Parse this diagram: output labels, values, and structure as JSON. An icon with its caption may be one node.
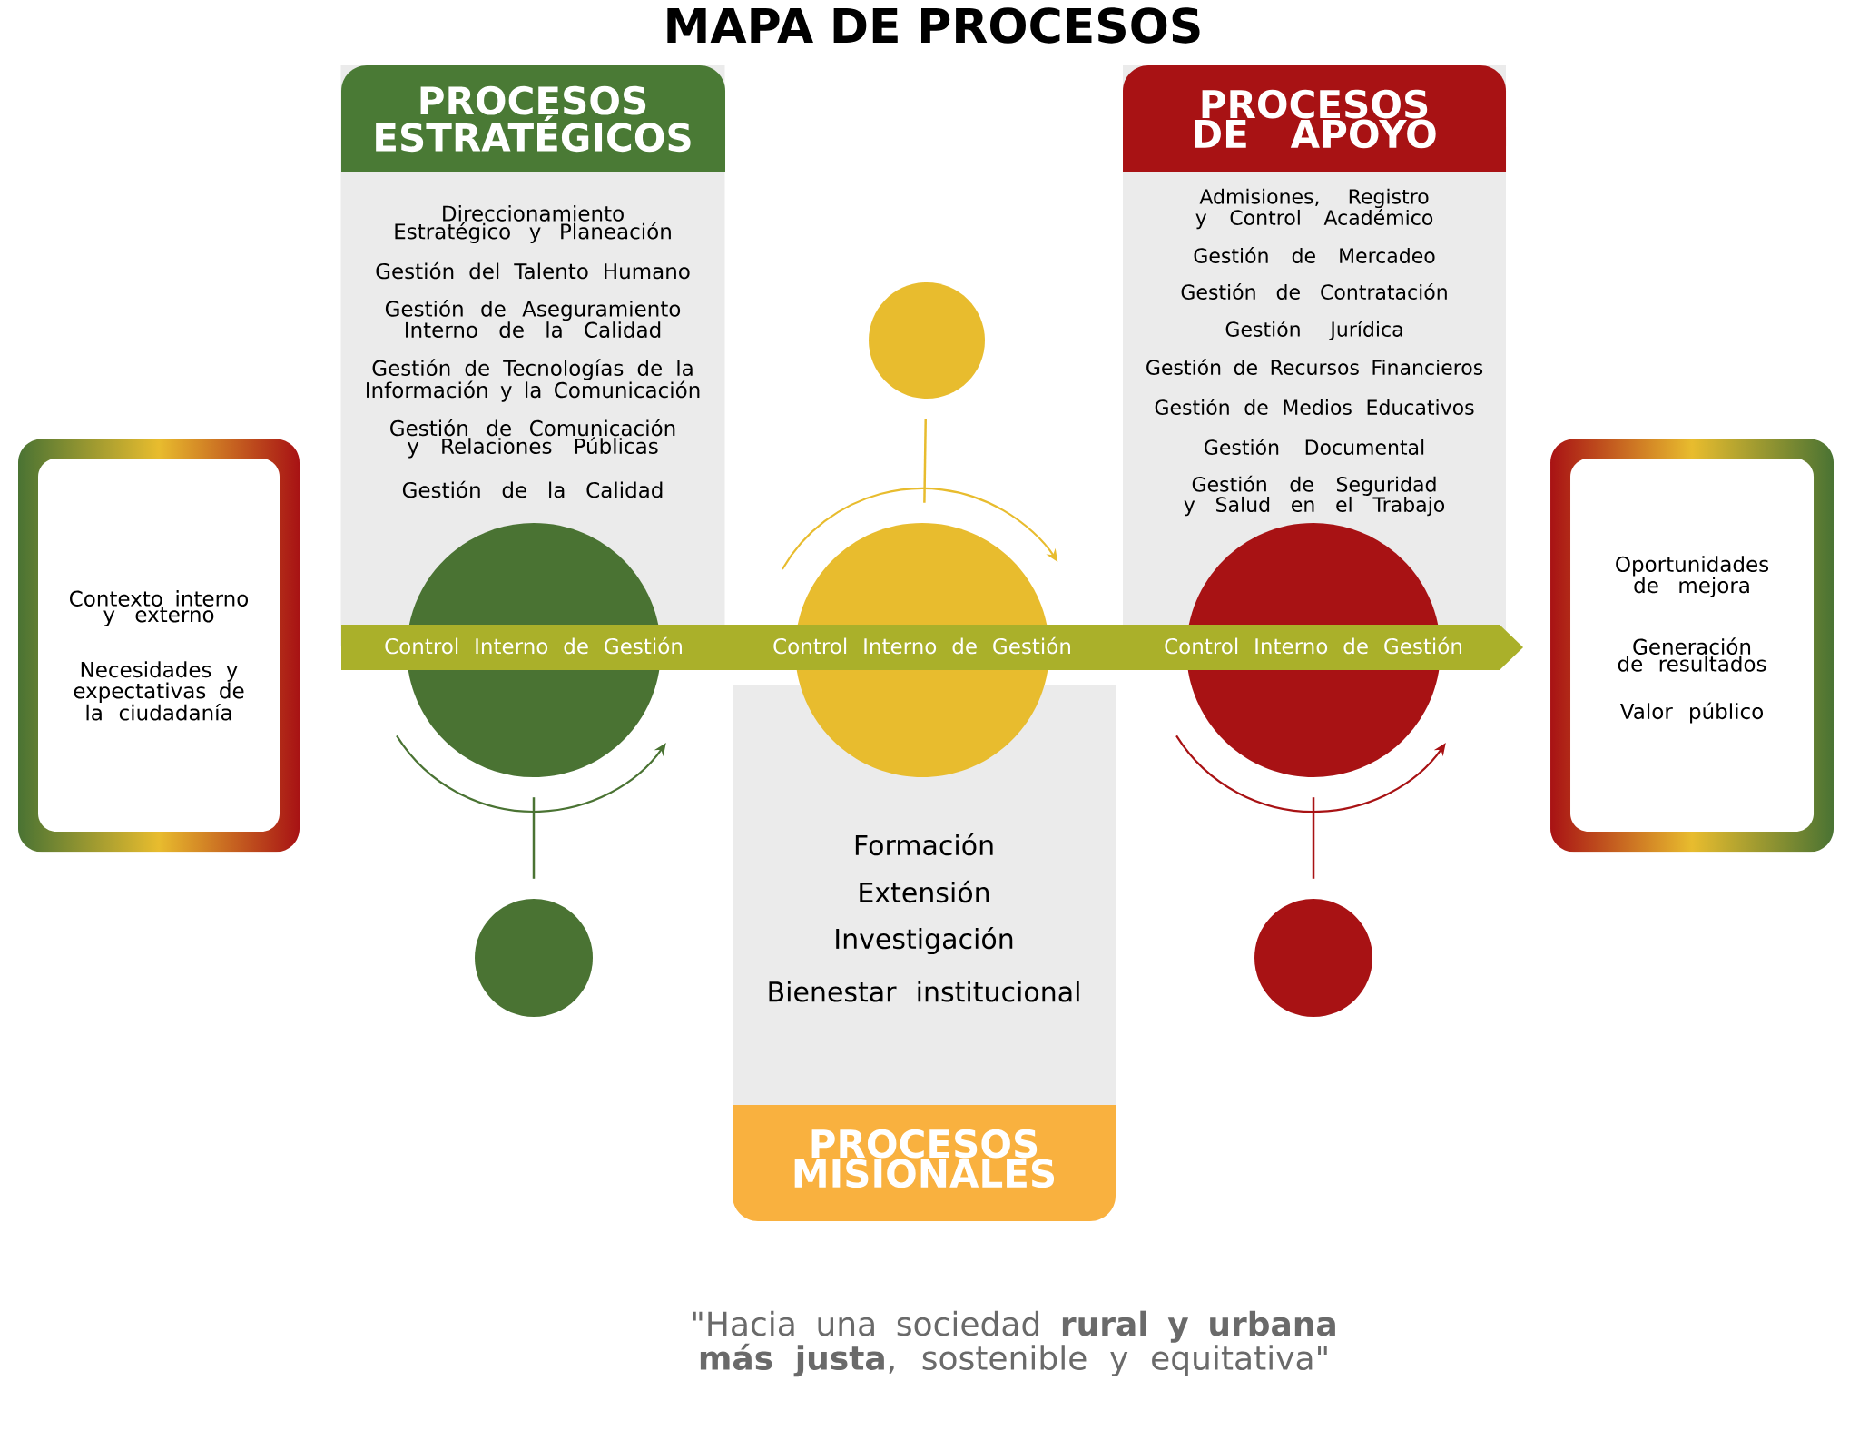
{
  "diagram": {
    "title": "MAPA DE PROCESOS",
    "nodes": [
      {
        "text": [
          "PROCESOS ESTRATÉGICOS",
          "Direccionamiento Estratégico y Planeación",
          "Gestión del Talento Humano",
          "Gestión de Aseguramiento Interno de la Calidad",
          "Gestión de Tecnologías de la Información y la Comunicación",
          "Gestión de Comunicación y Relaciones Públicas",
          "Gestión de la Calidad"
        ]
      },
      {
        "text": [
          "PROCESOS DE APOYO",
          "Admisiones, Registro y Control Académico",
          "Gestión de Mercadeo",
          "Gestión de Contratación",
          "Gestión Jurídica",
          "Gestión de Recursos Financieros",
          "Gestión de Medios Educativos",
          "Gestión Documental",
          "Gestión de Seguridad y Salud en el Trabajo"
        ]
      },
      {
        "text": [
          "Formación",
          "Extensión",
          "Investigación",
          "Bienestar institucional",
          "PROCESOS MISIONALES"
        ]
      },
      {
        "text": [],
        "shape": "circle"
      },
      {
        "text": [],
        "shape": "circle"
      },
      {
        "text": [],
        "shape": "circle"
      },
      {
        "text": [
          "Control Interno de Gestión",
          "Control Interno de Gestión",
          "Control Interno de Gestión"
        ]
      },
      {
        "text": [],
        "shape": "circle"
      },
      {
        "text": [],
        "shape": "circle"
      },
      {
        "text": [],
        "shape": "circle"
      },
      {
        "text": [
          "Contexto interno y externo",
          "Necesidades y expectativas de la ciudadanía"
        ]
      },
      {
        "text": [
          "Oportunidades de mejora",
          "Generación de resultados",
          "Valor público"
        ]
      }
    ],
    "edges": [
      {
        "from": 7,
        "to": 4,
        "arrow": "none",
        "color": "#e8bc2e"
      },
      {
        "from": 3,
        "to": 8,
        "arrow": "none",
        "color": "#4a7333"
      },
      {
        "from": 5,
        "to": 9,
        "arrow": "none",
        "color": "#a81214"
      }
    ],
    "labels": [
      "\"Hacia una sociedad **rural y urbana más justa**, sostenible y equitativa\""
    ]
  }
}
